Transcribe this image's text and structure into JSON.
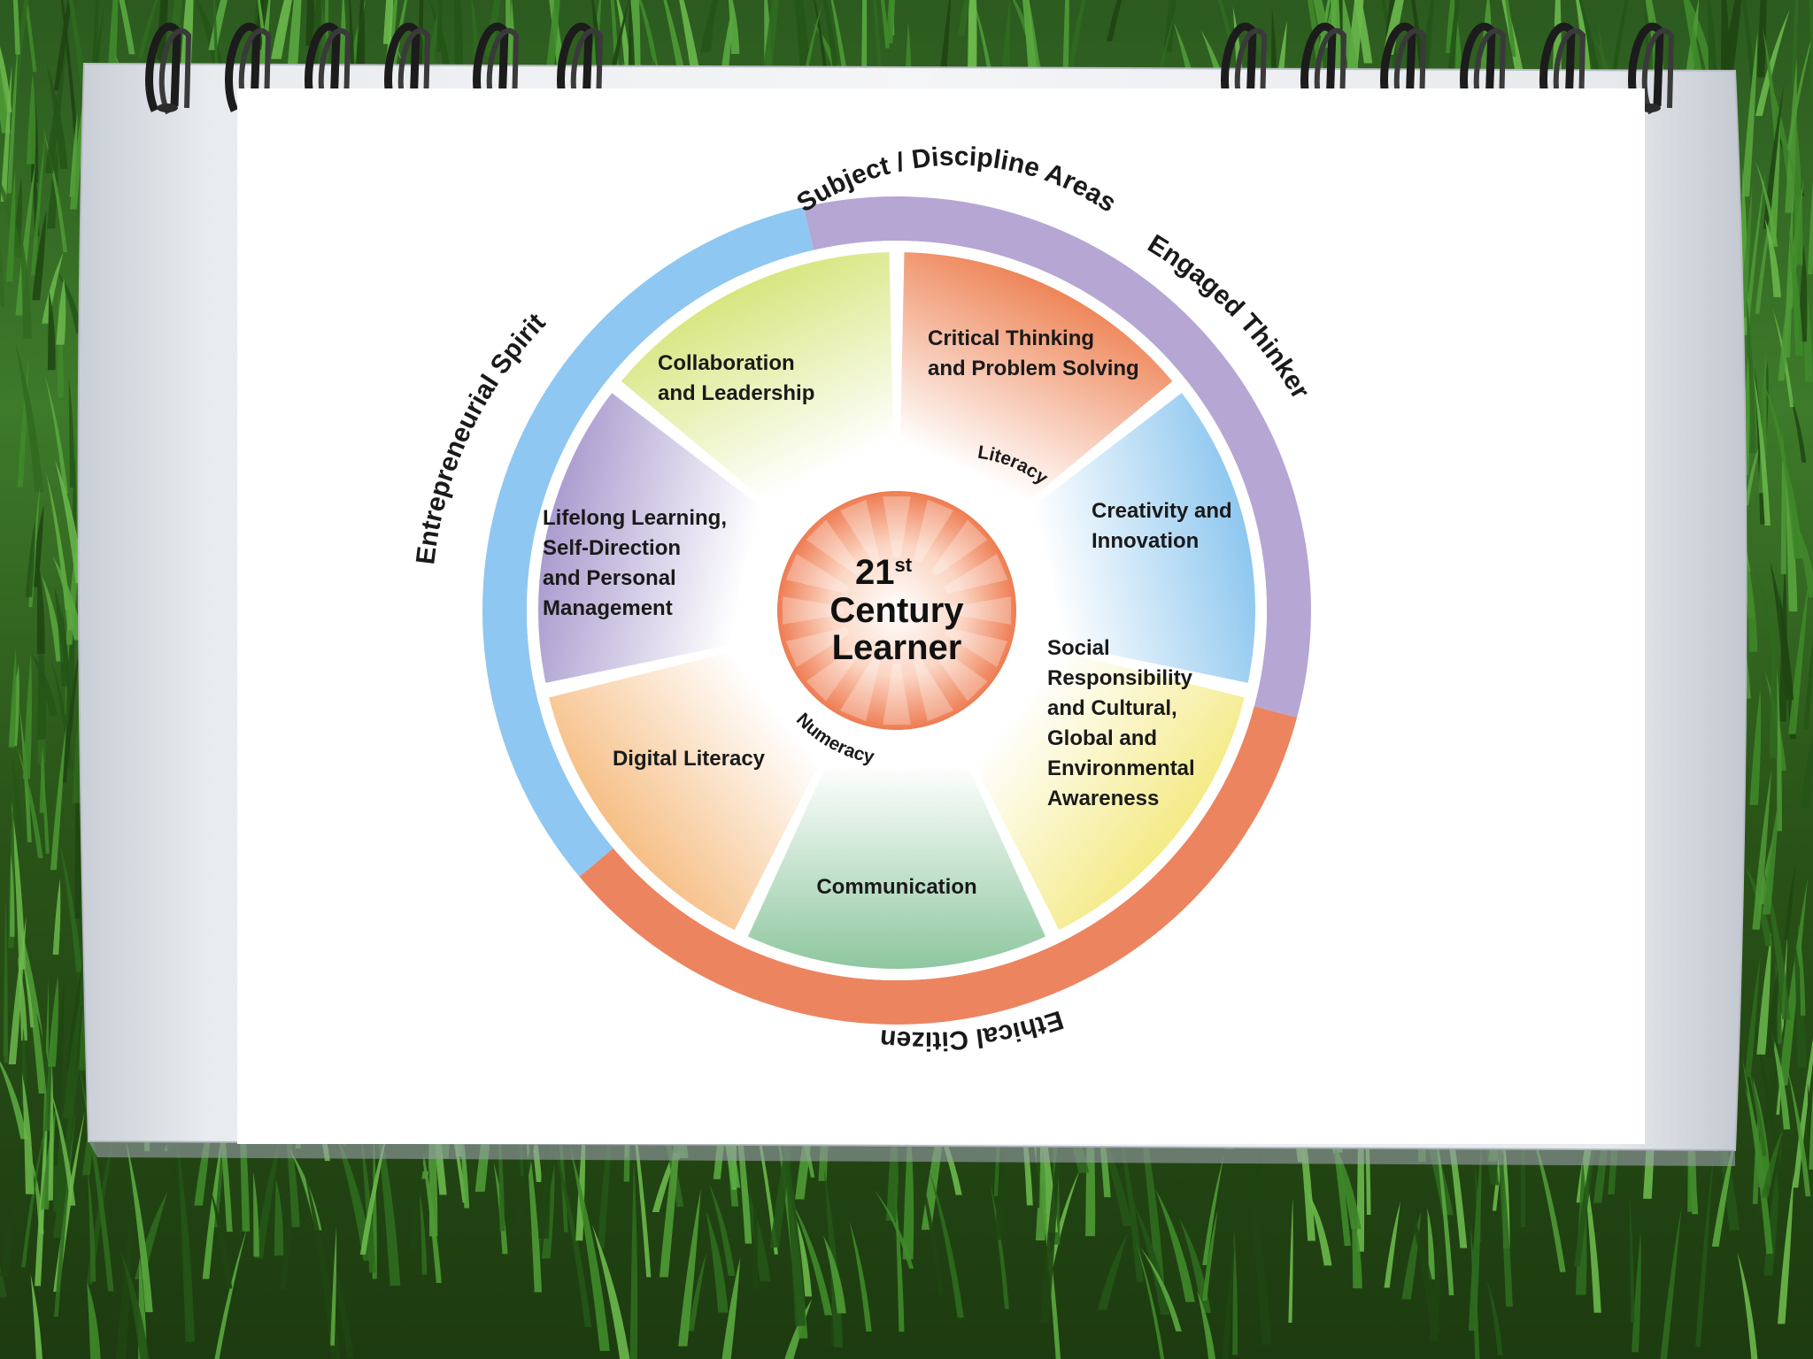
{
  "diagram": {
    "center": {
      "line1": "21",
      "sup": "st",
      "line2": "Century",
      "line3": "Learner"
    },
    "inner_ring": {
      "top": "Literacy",
      "bottom": "Numeracy"
    },
    "segments": [
      {
        "key": "critical",
        "lines": [
          "Critical Thinking",
          "and Problem Solving"
        ],
        "color": "#ee8659"
      },
      {
        "key": "creativity",
        "lines": [
          "Creativity and",
          "Innovation"
        ],
        "color": "#8ec7ef"
      },
      {
        "key": "social",
        "lines": [
          "Social",
          "Responsibility",
          "and Cultural,",
          "Global and",
          "Environmental",
          "Awareness"
        ],
        "color": "#f4ea86"
      },
      {
        "key": "communication",
        "lines": [
          "Communication"
        ],
        "color": "#8ec79f"
      },
      {
        "key": "digital",
        "lines": [
          "Digital Literacy"
        ],
        "color": "#f6bf86"
      },
      {
        "key": "lifelong",
        "lines": [
          "Lifelong Learning,",
          "Self-Direction",
          "and Personal",
          "Management"
        ],
        "color": "#aa9ccf"
      },
      {
        "key": "collaboration",
        "lines": [
          "Collaboration",
          "and Leadership"
        ],
        "color": "#d8e680"
      }
    ],
    "subject_ring": {
      "label": "Subject / Discipline Areas"
    },
    "outer_ring": [
      {
        "key": "engaged",
        "label": "Engaged Thinker",
        "color": "#b6a6d4"
      },
      {
        "key": "ethical",
        "label": "Ethical Citizen",
        "color": "#ec8460"
      },
      {
        "key": "entrepreneurial",
        "label": "Entrepreneurial Spirit",
        "color": "#8ec7f1"
      }
    ]
  },
  "colors": {
    "center_glow": "#ee7c52",
    "grass_dark": "#1d3b10",
    "grass_light": "#4d8a33",
    "paper": "#f2f3f5"
  }
}
